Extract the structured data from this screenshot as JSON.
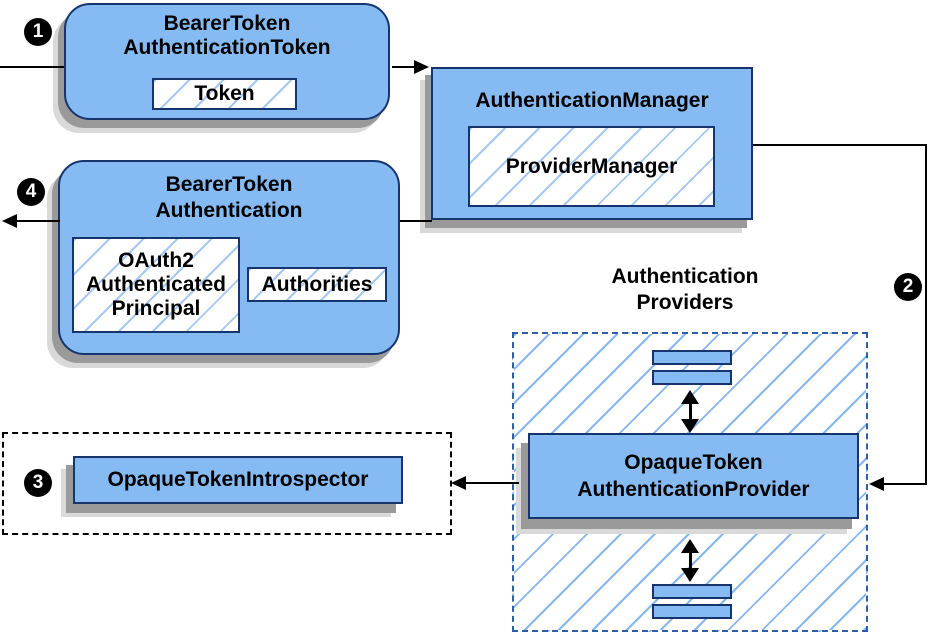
{
  "colors": {
    "node_fill": "#85BBF2",
    "node_border": "#17356D",
    "hatch_light_blue": "#A6C8F2",
    "providers_hatch": "#87B7EF",
    "providers_dash_border": "#2E5FA6",
    "introspector_dash_border": "#000000",
    "flow_line": "#000000",
    "shadow_dark": "#9A9A9A",
    "shadow_light": "#D9D9D9"
  },
  "badges": {
    "step1": "1",
    "step2": "2",
    "step3": "3",
    "step4": "4"
  },
  "nodes": {
    "bearer_token_authentication_token": {
      "title_line1": "BearerToken",
      "title_line2": "AuthenticationToken",
      "token_label": "Token"
    },
    "authentication_manager": {
      "title": "AuthenticationManager",
      "provider_manager_label": "ProviderManager"
    },
    "bearer_token_authentication": {
      "title_line1": "BearerToken",
      "title_line2": "Authentication",
      "principal_line1": "OAuth2",
      "principal_line2": "Authenticated",
      "principal_line3": "Principal",
      "authorities_label": "Authorities"
    },
    "opaque_token_introspector": {
      "label": "OpaqueTokenIntrospector"
    },
    "authentication_providers": {
      "label_line1": "Authentication",
      "label_line2": "Providers"
    },
    "opaque_token_authentication_provider": {
      "title_line1": "OpaqueToken",
      "title_line2": "AuthenticationProvider"
    }
  }
}
